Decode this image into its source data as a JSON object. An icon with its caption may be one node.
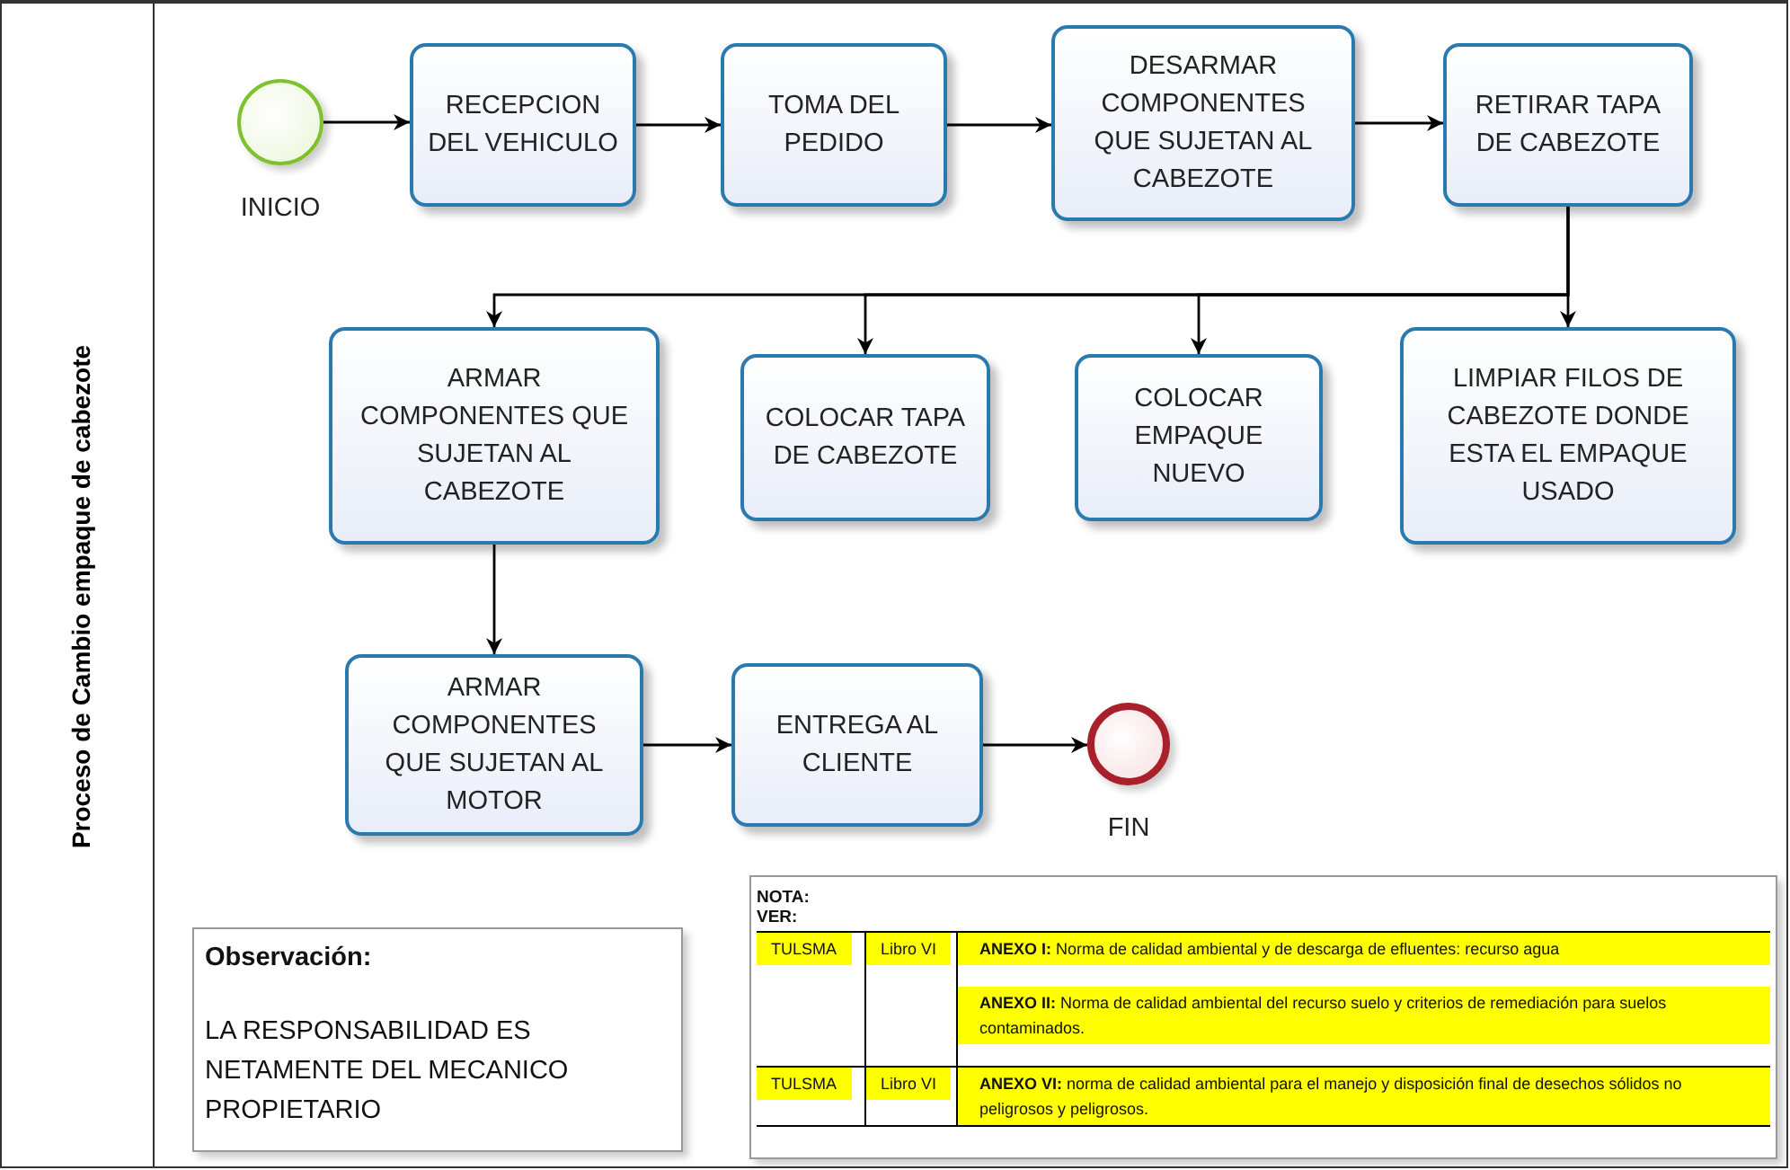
{
  "diagram": {
    "nodes": [
      {
        "text": [
          "Proceso de Cambio empaque de cabezote"
        ]
      },
      {
        "text": [],
        "shape": "circle",
        "beside": [
          "INICIO"
        ],
        "in": 0
      },
      {
        "text": [
          "RECEPCION DEL VEHICULO"
        ],
        "in": 0
      },
      {
        "text": [
          "TOMA DEL PEDIDO"
        ],
        "in": 0
      },
      {
        "text": [
          "DESARMAR COMPONENTES QUE SUJETAN AL CABEZOTE"
        ],
        "in": 0
      },
      {
        "text": [
          "RETIRAR TAPA DE CABEZOTE"
        ],
        "in": 0
      },
      {
        "text": [
          "ARMAR COMPONENTES QUE SUJETAN AL CABEZOTE"
        ],
        "in": 0
      },
      {
        "text": [
          "COLOCAR TAPA DE CABEZOTE"
        ],
        "in": 0
      },
      {
        "text": [
          "COLOCAR EMPAQUE NUEVO"
        ],
        "in": 0
      },
      {
        "text": [
          "LIMPIAR FILOS DE CABEZOTE DONDE ESTA EL EMPAQUE USADO"
        ],
        "in": 0
      },
      {
        "text": [
          "ARMAR COMPONENTES QUE SUJETAN AL MOTOR"
        ],
        "in": 0
      },
      {
        "text": [
          "ENTREGA AL CLIENTE"
        ],
        "in": 0
      },
      {
        "text": [],
        "shape": "circle",
        "beside": [
          "FIN"
        ],
        "in": 0
      },
      {
        "text": [
          "Observación:",
          "LA RESPONSABILIDAD ES NETAMENTE DEL MECANICO PROPIETARIO"
        ],
        "in": 0
      },
      {
        "text": [
          "NOTA:",
          "VER:"
        ],
        "in": 0
      }
    ],
    "edges": [
      {
        "from": 1,
        "to": 2,
        "arrow": "to"
      },
      {
        "from": 2,
        "to": 3,
        "arrow": "to"
      },
      {
        "from": 3,
        "to": 4,
        "arrow": "to"
      },
      {
        "from": 4,
        "to": 5,
        "arrow": "to"
      },
      {
        "from": 5,
        "to": 9,
        "arrow": "to"
      },
      {
        "from": 5,
        "to": 8,
        "arrow": "to"
      },
      {
        "from": 5,
        "to": 7,
        "arrow": "to"
      },
      {
        "from": 5,
        "to": 6,
        "arrow": "to"
      },
      {
        "from": 6,
        "to": 10,
        "arrow": "to"
      },
      {
        "from": 10,
        "to": 11,
        "arrow": "to"
      },
      {
        "from": 11,
        "to": 12,
        "arrow": "to"
      }
    ],
    "labels": [
      "TULSMA",
      "Libro VI",
      "**ANEXO I:** Norma de calidad ambiental y de descarga de efluentes: recurso agua",
      "**ANEXO II:** Norma de calidad ambiental del recurso suelo y criterios de remediación para suelos contaminados.",
      "TULSMA",
      "Libro VI",
      "**ANEXO VI:** norma de calidad ambiental para el manejo y disposición final de desechos sólidos no peligrosos y peligrosos."
    ]
  }
}
